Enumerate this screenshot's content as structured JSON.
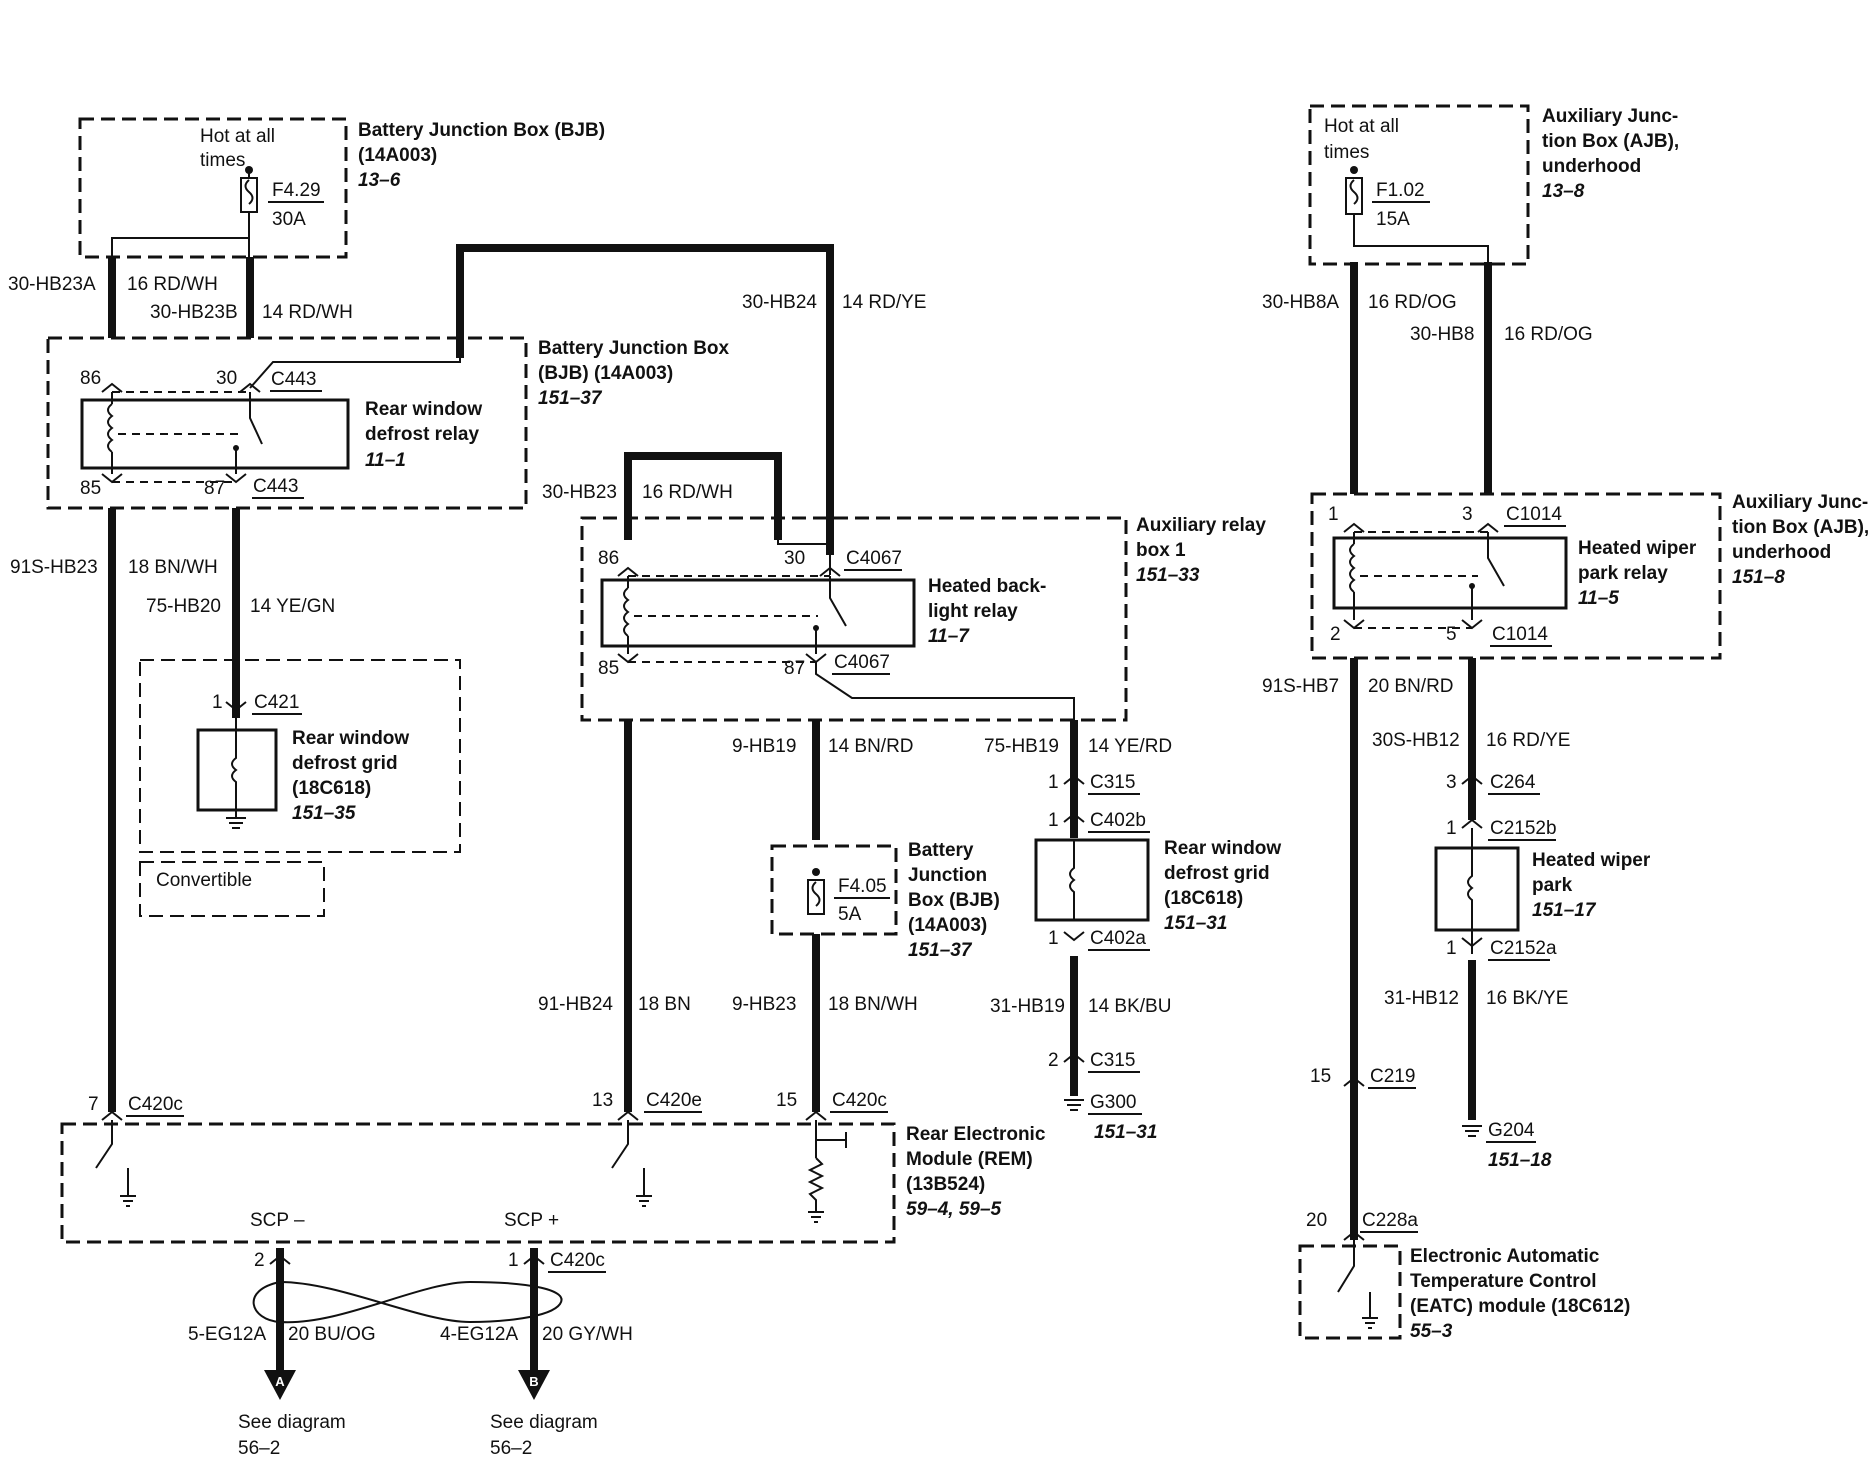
{
  "bjb_top": {
    "hot": [
      "Hot at all",
      "times"
    ],
    "fuse_id": "F4.29",
    "fuse_rating": "30A",
    "title": [
      "Battery Junction Box (BJB)",
      "(14A003)"
    ],
    "ref": "13–6"
  },
  "bjb_top_wires": {
    "a_id": "30-HB23A",
    "a_spec": "16 RD/WH",
    "b_id": "30-HB23B",
    "b_spec": "14 RD/WH"
  },
  "relay_rw": {
    "box_title": [
      "Battery Junction Box",
      "(BJB) (14A003)"
    ],
    "box_ref": "151–37",
    "pin86": "86",
    "pin30": "30",
    "pin85": "85",
    "pin87": "87",
    "conn": "C443",
    "conn_b": "C443",
    "name": [
      "Rear window",
      "defrost relay"
    ],
    "ref": "11–1"
  },
  "rw_wires": {
    "a_id": "91S-HB23",
    "a_spec": "18 BN/WH",
    "b_id": "75-HB20",
    "b_spec": "14 YE/GN"
  },
  "grid_conv": {
    "pin": "1",
    "conn": "C421",
    "name": [
      "Rear window",
      "defrost grid",
      "(18C618)"
    ],
    "ref": "151–35",
    "note": "Convertible"
  },
  "hb24": {
    "id": "30-HB24",
    "spec": "14 RD/YE"
  },
  "hb23": {
    "id": "30-HB23",
    "spec": "16 RD/WH"
  },
  "relay_hb": {
    "box_title": [
      "Auxiliary relay",
      "box 1"
    ],
    "box_ref": "151–33",
    "pin86": "86",
    "pin30": "30",
    "pin85": "85",
    "pin87": "87",
    "conn": "C4067",
    "conn_b": "C4067",
    "name": [
      "Heated back-",
      "light relay"
    ],
    "ref": "11–7"
  },
  "hb_wires": {
    "a_id": "9-HB19",
    "a_spec": "14 BN/RD",
    "b_id": "75-HB19",
    "b_spec": "14 YE/RD"
  },
  "bjb_mid": {
    "fuse_id": "F4.05",
    "fuse_rating": "5A",
    "title": [
      "Battery",
      "Junction",
      "Box (BJB)",
      "(14A003)"
    ],
    "ref": "151–37"
  },
  "grid_main": {
    "c1_pin": "1",
    "c1": "C315",
    "c2_pin": "1",
    "c2": "C402b",
    "c3_pin": "1",
    "c3": "C402a",
    "name": [
      "Rear window",
      "defrost grid",
      "(18C618)"
    ],
    "ref": "151–31",
    "w_id": "31-HB19",
    "w_spec": "14 BK/BU",
    "c4_pin": "2",
    "c4": "C315",
    "ground": "G300",
    "ground_ref": "151–31"
  },
  "rem_wires": {
    "a_id": "91-HB24",
    "a_spec": "18 BN",
    "b_id": "9-HB23",
    "b_spec": "18 BN/WH"
  },
  "rem": {
    "p7": "7",
    "c7": "C420c",
    "p13": "13",
    "c13": "C420e",
    "p15": "15",
    "c15": "C420c",
    "title": [
      "Rear Electronic",
      "Module (REM)",
      "(13B524)"
    ],
    "ref": "59–4, 59–5",
    "scp_minus": "SCP –",
    "scp_plus": "SCP +",
    "p2": "2",
    "p1": "1",
    "c1": "C420c"
  },
  "scp_wires": {
    "a_id": "5-EG12A",
    "a_spec": "20 BU/OG",
    "b_id": "4-EG12A",
    "b_spec": "20 GY/WH",
    "a_tag": "A",
    "b_tag": "B",
    "see": "See diagram",
    "see_ref_a": "56–2",
    "see_ref_b": "56–2"
  },
  "ajb_top": {
    "hot": [
      "Hot at all",
      "times"
    ],
    "fuse_id": "F1.02",
    "fuse_rating": "15A",
    "title": [
      "Auxiliary Junc-",
      "tion Box (AJB),",
      "underhood"
    ],
    "ref": "13–8"
  },
  "ajb_wires": {
    "a_id": "30-HB8A",
    "a_spec": "16 RD/OG",
    "b_id": "30-HB8",
    "b_spec": "16 RD/OG"
  },
  "relay_wp": {
    "box_title": [
      "Auxiliary Junc-",
      "tion Box (AJB),",
      "underhood"
    ],
    "box_ref": "151–8",
    "pin1": "1",
    "pin3": "3",
    "pin2": "2",
    "pin5": "5",
    "conn": "C1014",
    "conn_b": "C1014",
    "name": [
      "Heated wiper",
      "park relay"
    ],
    "ref": "11–5"
  },
  "wp_wires": {
    "a_id": "91S-HB7",
    "a_spec": "20 BN/RD",
    "b_id": "30S-HB12",
    "b_spec": "16 RD/YE"
  },
  "wiper_park": {
    "c1_pin": "3",
    "c1": "C264",
    "c2_pin": "1",
    "c2": "C2152b",
    "name": [
      "Heated wiper",
      "park"
    ],
    "ref": "151–17",
    "c3_pin": "1",
    "c3": "C2152a",
    "w_id": "31-HB12",
    "w_spec": "16 BK/YE",
    "ground": "G204",
    "ground_ref": "151–18"
  },
  "eatc": {
    "p15": "15",
    "c15": "C219",
    "p20": "20",
    "c20": "C228a",
    "title": [
      "Electronic Automatic",
      "Temperature Control",
      "(EATC) module (18C612)"
    ],
    "ref": "55–3"
  }
}
